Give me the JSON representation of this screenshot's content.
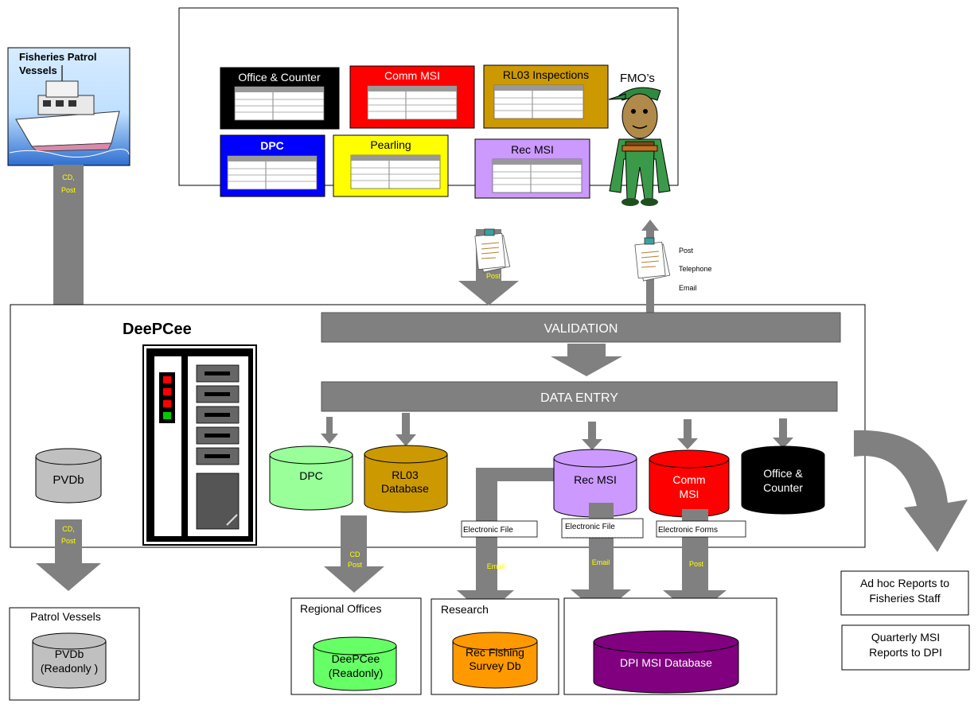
{
  "colors": {
    "form_office": "#000000",
    "form_comm": "#ff0000",
    "form_rl03": "#cc9900",
    "form_dpc": "#0000ff",
    "form_pearling": "#ffff00",
    "form_rec": "#cc99ff",
    "arrow": "#808080",
    "bar": "#808080",
    "db_pvdb": "#c0c0c0",
    "db_dpc": "#99ff99",
    "db_rl03": "#cc9900",
    "db_rec": "#cc99ff",
    "db_comm": "#ff0000",
    "db_office": "#000000",
    "db_deepcee_ro": "#66ff66",
    "db_recfish": "#ff9900",
    "db_dpi": "#800080",
    "transfer_text": "#ffff00"
  },
  "top": {
    "forms": [
      {
        "key": "office",
        "label": "Office & Counter"
      },
      {
        "key": "comm",
        "label": "Comm  MSI"
      },
      {
        "key": "rl03",
        "label": "RL03 Inspections"
      },
      {
        "key": "dpc",
        "label": "DPC"
      },
      {
        "key": "pearling",
        "label": "Pearling"
      },
      {
        "key": "rec",
        "label": "Rec MSI"
      }
    ],
    "fmo_label": "FMO’s",
    "fmo_channels": [
      "Post",
      "Telephone",
      "Email"
    ],
    "post_label": "Post"
  },
  "vessels": {
    "title_line1": "Fisheries Patrol",
    "title_line2": "Vessels",
    "transfer_line1": "CD,",
    "transfer_line2": "Post"
  },
  "system": {
    "name": "DeePCee",
    "validation": "VALIDATION",
    "data_entry": "DATA ENTRY"
  },
  "databases": {
    "pvdb": "PVDb",
    "dpc": "DPC",
    "rl03_line1": "RL03",
    "rl03_line2": "Database",
    "rec": "Rec MSI",
    "comm_line1": "Comm",
    "comm_line2": "MSI",
    "office_line1": "Office &",
    "office_line2": "Counter"
  },
  "files": {
    "file1": "Electronic File",
    "file2": "Electronic File",
    "forms": "Electronic Forms"
  },
  "transfers": {
    "pvdb_line1": "CD,",
    "pvdb_line2": "Post",
    "regional_line1": "CD",
    "regional_line2": "Post",
    "research": "Email",
    "dpi_email": "Email",
    "dpi_post": "Post"
  },
  "outputs": {
    "patrol": {
      "title": "Patrol Vessels",
      "db_line1": "PVDb",
      "db_line2": "(Readonly )"
    },
    "regional": {
      "title": "Regional Offices",
      "db_line1": "DeePCee",
      "db_line2": "(Readonly)"
    },
    "research": {
      "title": "Research",
      "db_line1": "Rec Fishing",
      "db_line2": "Survey Db"
    },
    "dpi": {
      "db": "DPI MSI Database"
    }
  },
  "reports": {
    "adhoc_line1": "Ad hoc Reports to",
    "adhoc_line2": "Fisheries Staff",
    "quarterly_line1": "Quarterly MSI",
    "quarterly_line2": "Reports to DPI"
  }
}
